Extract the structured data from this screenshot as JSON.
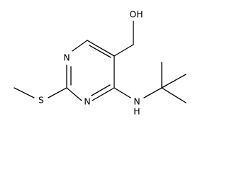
{
  "molecule": {
    "atoms": {
      "hydroxyl": "OH",
      "ring_nitrogen_top": "N",
      "ring_nitrogen_bottom": "N",
      "sulfur": "S",
      "amine": "N",
      "amine_hydrogen": "H"
    }
  }
}
